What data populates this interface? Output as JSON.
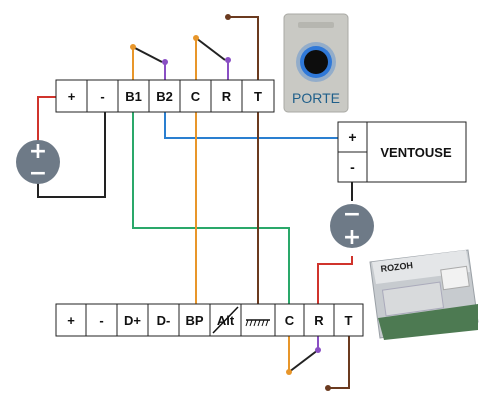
{
  "top_terminal_block": {
    "terminals": [
      "+",
      "-",
      "B1",
      "B2",
      "C",
      "R",
      "T"
    ]
  },
  "ventouse": {
    "label": "VENTOUSE",
    "terminals": [
      "+",
      "-"
    ]
  },
  "button_panel": {
    "label": "PORTE"
  },
  "bottom_terminal_block": {
    "terminals": [
      "+",
      "-",
      "D+",
      "D-",
      "BP",
      "Alt",
      "",
      "C",
      "R",
      "T"
    ]
  },
  "power_supply_symbols": [
    {
      "plus": "+",
      "minus": "−"
    },
    {
      "plus": "+",
      "minus": "−"
    }
  ],
  "relay_module": {
    "brand": "ROZOH"
  },
  "colors": {
    "wire_red": "#d0342c",
    "wire_black": "#222222",
    "wire_blue": "#2a7fd0",
    "wire_green": "#2aa86a",
    "wire_orange": "#e8962a",
    "wire_brown": "#6b3a1f",
    "terminal_purple": "#8a4fc4",
    "power_disc": "#6e7a87",
    "button_plate": "#c9c9c4",
    "button_ring": "#2f78d8"
  },
  "icons": [
    "earth-ground-icon",
    "power-supply-icon",
    "exit-button-icon",
    "relay-module-icon"
  ]
}
